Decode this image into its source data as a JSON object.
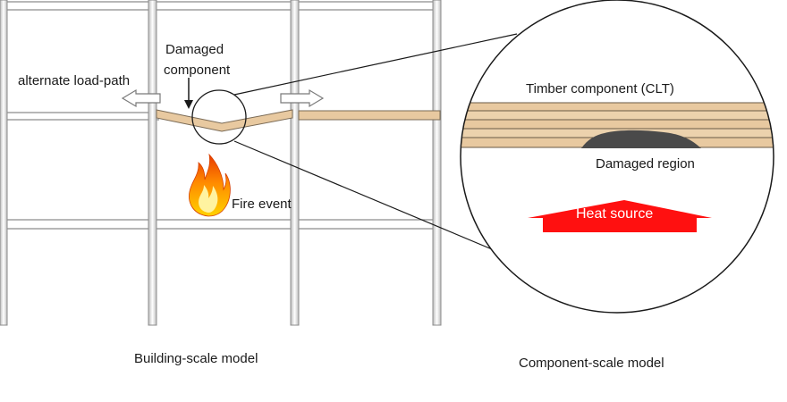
{
  "labels": {
    "damaged_component_line1": "Damaged",
    "damaged_component_line2": "component",
    "alternate_load_path": "alternate load-path",
    "fire_event": "Fire event",
    "timber_component": "Timber component (CLT)",
    "damaged_region": "Damaged region",
    "heat_source": "Heat source"
  },
  "captions": {
    "building_scale": "Building-scale model",
    "component_scale": "Component-scale model"
  },
  "colors": {
    "frame": "#9a9a9a",
    "timber": "#e8c9a0",
    "char": "#4a4a4a",
    "heat_arrow": "#ff1010"
  }
}
